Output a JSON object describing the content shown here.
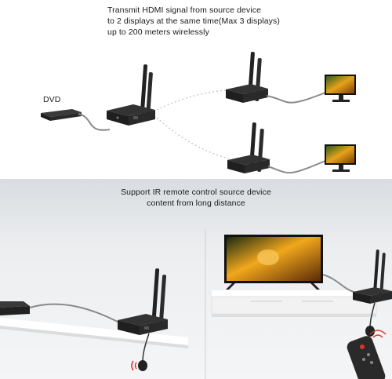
{
  "top_section": {
    "caption_lines": [
      "Transmit HDMI signal from source device",
      "to 2 displays at the same time(Max 3 displays)",
      "up to 200 meters wirelessly"
    ],
    "source_label": "DVD"
  },
  "bottom_section": {
    "caption_lines": [
      "Support IR remote control source device",
      "content from long distance"
    ]
  },
  "colors": {
    "device": "#2b2b2b",
    "cable": "#8a8a8a",
    "room_wall": "#e9ebee",
    "cabinet": "#f7f7f7",
    "ir_signal": "#d8342a"
  },
  "icons": [
    "dvd-player-icon",
    "transmitter-icon",
    "receiver-icon",
    "monitor-icon",
    "tv-icon",
    "ir-receiver-icon",
    "remote-control-icon"
  ]
}
